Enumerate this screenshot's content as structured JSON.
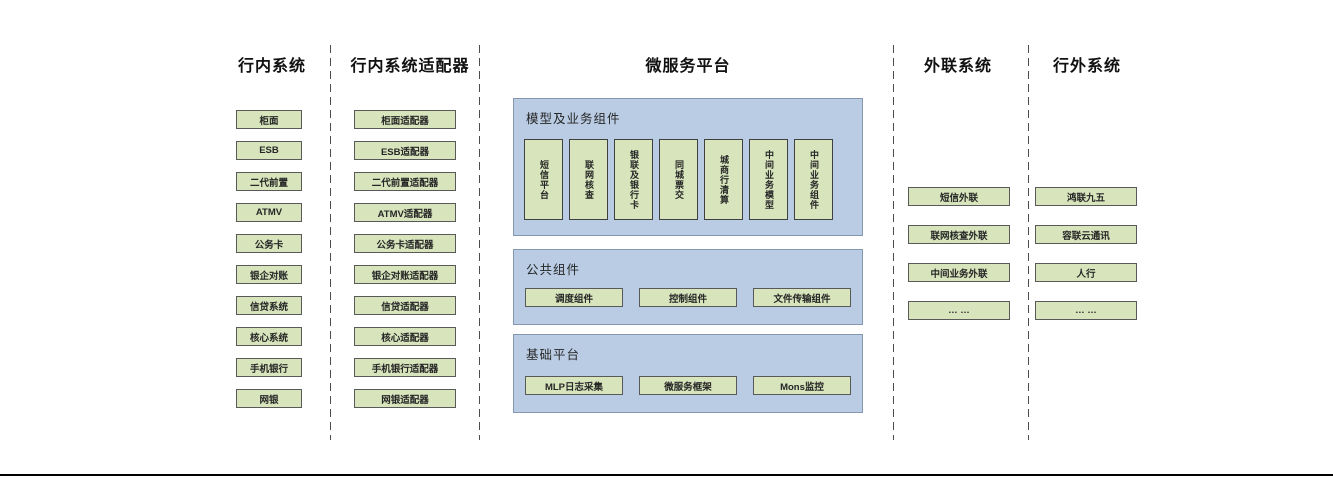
{
  "colors": {
    "box_green": "#d7e4bc",
    "panel_blue": "#b9cce4",
    "green_border": "#595959",
    "panel_border": "#8496b0",
    "divider": "#4d4d4d"
  },
  "columns": {
    "internal": {
      "title": "行内系统",
      "boxes": [
        "柜面",
        "ESB",
        "二代前置",
        "ATMV",
        "公务卡",
        "银企对账",
        "信贷系统",
        "核心系统",
        "手机银行",
        "网银"
      ]
    },
    "adapters": {
      "title": "行内系统适配器",
      "boxes": [
        "柜面适配器",
        "ESB适配器",
        "二代前置适配器",
        "ATMV适配器",
        "公务卡适配器",
        "银企对账适配器",
        "信贷适配器",
        "核心适配器",
        "手机银行适配器",
        "网银适配器"
      ]
    },
    "platform": {
      "title": "微服务平台",
      "sections": [
        {
          "label": "模型及业务组件",
          "boxes": [
            "短信平台",
            "联网核查",
            "银联及银行卡",
            "同城票交",
            "城商行清算",
            "中间业务模型",
            "中间业务组件"
          ]
        },
        {
          "label": "公共组件",
          "boxes": [
            "调度组件",
            "控制组件",
            "文件传输组件"
          ]
        },
        {
          "label": "基础平台",
          "boxes": [
            "MLP日志采集",
            "微服务框架",
            "Mons监控"
          ]
        }
      ]
    },
    "outreach": {
      "title": "外联系统",
      "boxes": [
        "短信外联",
        "联网核查外联",
        "中间业务外联",
        "… …"
      ]
    },
    "external": {
      "title": "行外系统",
      "boxes": [
        "鸿联九五",
        "容联云通讯",
        "人行",
        "… …"
      ]
    }
  }
}
